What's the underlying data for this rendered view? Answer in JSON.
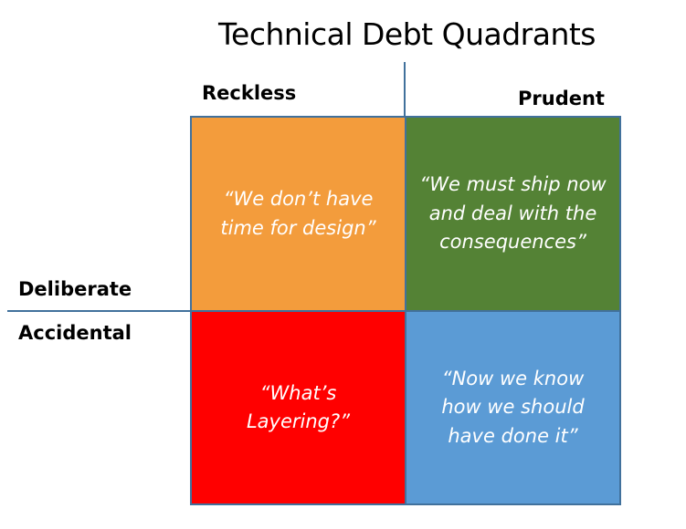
{
  "title": "Technical Debt Quadrants",
  "axes": {
    "top_left": "Reckless",
    "top_right": "Prudent",
    "left_top": "Deliberate",
    "left_bottom": "Accidental"
  },
  "quadrants": [
    {
      "id": "reckless-deliberate",
      "text": "“We don’t have\ntime for design”",
      "color": "#f39c3c"
    },
    {
      "id": "prudent-deliberate",
      "text": "“We must ship now\nand deal with the\nconsequences”",
      "color": "#548235"
    },
    {
      "id": "reckless-accidental",
      "text": "“What’s\nLayering?”",
      "color": "#ff0000"
    },
    {
      "id": "prudent-accidental",
      "text": "“Now we know\nhow we should\nhave done it”",
      "color": "#5b9bd5"
    }
  ],
  "colors": {
    "border": "#41719c"
  }
}
